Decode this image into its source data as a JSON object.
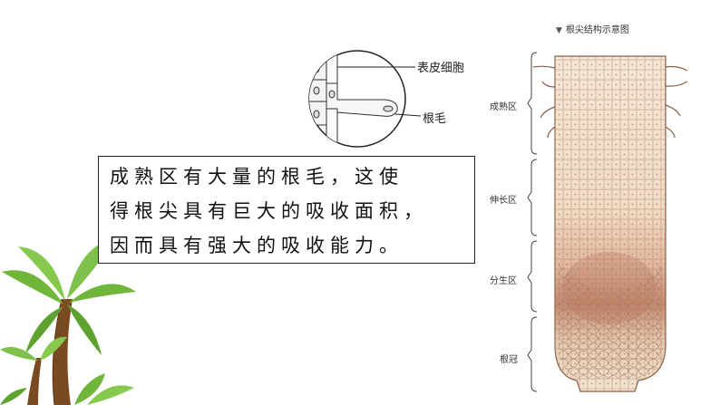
{
  "figure_title": "根尖结构示意图",
  "title_marker": "▼",
  "zones": {
    "mature": "成熟区",
    "elongation": "伸长区",
    "meristem": "分生区",
    "root_cap": "根冠"
  },
  "callouts": {
    "epidermis": "表皮细胞",
    "root_hair": "根毛"
  },
  "text_box": {
    "line1": "成熟区有大量的根毛，这使",
    "line2": "得根尖具有巨大的吸收面积，",
    "line3": "因而具有强大的吸收能力。"
  },
  "colors": {
    "root_base": "#f3e1cc",
    "meristem": "#c99178",
    "palm_leaf": "#7fc14a",
    "palm_trunk": "#7a4a22"
  }
}
